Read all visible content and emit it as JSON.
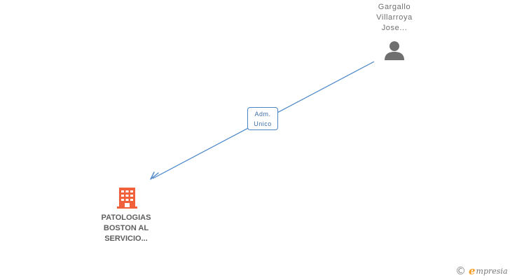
{
  "nodes": {
    "person": {
      "name_lines": [
        "Gargallo",
        "Villarroya",
        "Jose..."
      ],
      "icon": "person-icon",
      "color": "#6f6f6f"
    },
    "company": {
      "name_lines": [
        "PATOLOGIAS",
        "BOSTON AL",
        "SERVICIO..."
      ],
      "icon": "building-icon",
      "color": "#f0603a"
    }
  },
  "edge": {
    "label_lines": [
      "Adm.",
      "Unico"
    ],
    "color": "#4a86c8"
  },
  "footer": {
    "copyright_symbol": "©",
    "brand_initial": "e",
    "brand_rest": "mpresia"
  }
}
